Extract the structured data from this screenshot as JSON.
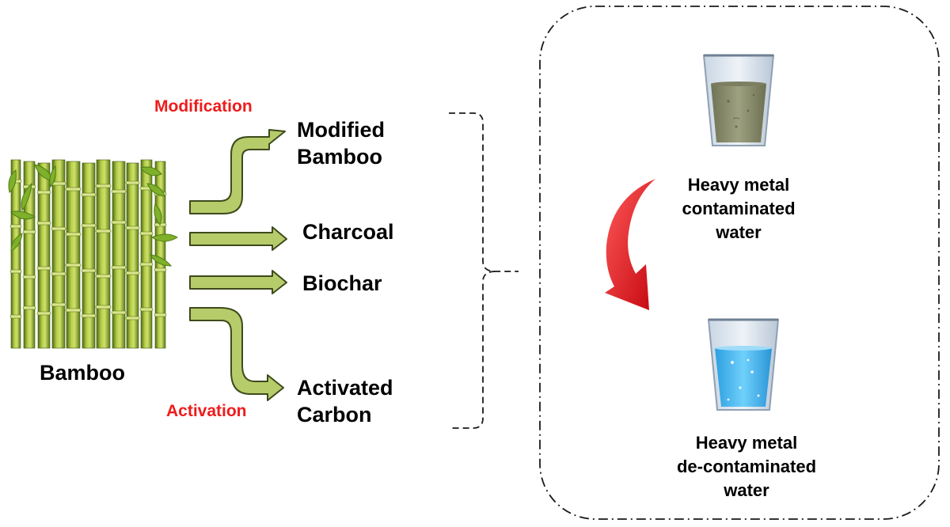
{
  "source": {
    "label": "Bamboo"
  },
  "processes": {
    "modification": "Modification",
    "activation": "Activation"
  },
  "products": {
    "modified_bamboo": [
      "Modified",
      "Bamboo"
    ],
    "charcoal": "Charcoal",
    "biochar": "Biochar",
    "activated_carbon": [
      "Activated",
      "Carbon"
    ]
  },
  "water": {
    "contaminated": [
      "Heavy metal",
      "contaminated",
      "water"
    ],
    "decontaminated": [
      "Heavy metal",
      "de-contaminated",
      "water"
    ]
  },
  "colors": {
    "arrow_fill": "#b6cc6a",
    "arrow_stroke": "#3e4a1c",
    "process_label": "#ee1c1c",
    "curved_arrow": "#e3161d",
    "dirty_water": "#8b8e6a",
    "clean_water": "#45b6ee"
  },
  "icons": [
    "bamboo-image",
    "dirty-water-glass-icon",
    "clean-water-glass-icon",
    "red-curved-arrow-icon"
  ]
}
